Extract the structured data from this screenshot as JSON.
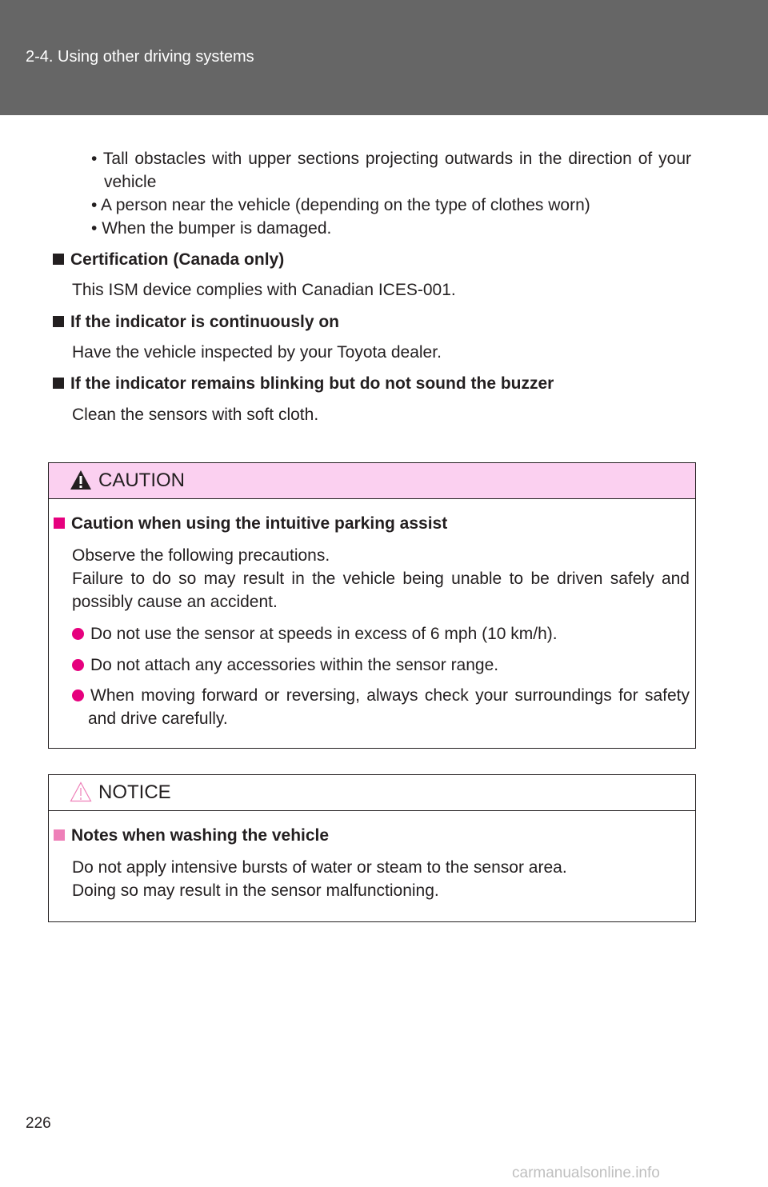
{
  "header": {
    "section_title": "2-4. Using other driving systems"
  },
  "bullets": [
    "Tall obstacles with upper sections projecting outwards in the direction of your vehicle",
    "A person near the vehicle (depending on the type of clothes worn)",
    "When the bumper is damaged."
  ],
  "sections": [
    {
      "heading": "Certification (Canada only)",
      "body": "This ISM device complies with Canadian ICES-001."
    },
    {
      "heading": "If the indicator is continuously on",
      "body": "Have the vehicle inspected by your Toyota dealer."
    },
    {
      "heading": "If the indicator remains blinking but do not sound the buzzer",
      "body": "Clean the sensors with soft cloth."
    }
  ],
  "caution": {
    "title": "CAUTION",
    "heading": "Caution when using the intuitive parking assist",
    "intro_1": "Observe the following precautions.",
    "intro_2": "Failure to do so may result in the vehicle being unable to be driven safely and possibly cause an accident.",
    "items": [
      "Do not use the sensor at speeds in excess of 6 mph (10 km/h).",
      "Do not attach any accessories within the sensor range.",
      "When moving forward or reversing, always check your surroundings for safety and drive carefully."
    ]
  },
  "notice": {
    "title": "NOTICE",
    "heading": "Notes when washing the vehicle",
    "line_1": "Do not apply intensive bursts of water or steam to the sensor area.",
    "line_2": "Doing so may result in the sensor malfunctioning."
  },
  "footer": {
    "page_number": "226",
    "watermark": "carmanualsonline.info"
  },
  "colors": {
    "header_bg": "#666666",
    "caution_bg": "#fbd0f0",
    "accent": "#e6007e"
  }
}
